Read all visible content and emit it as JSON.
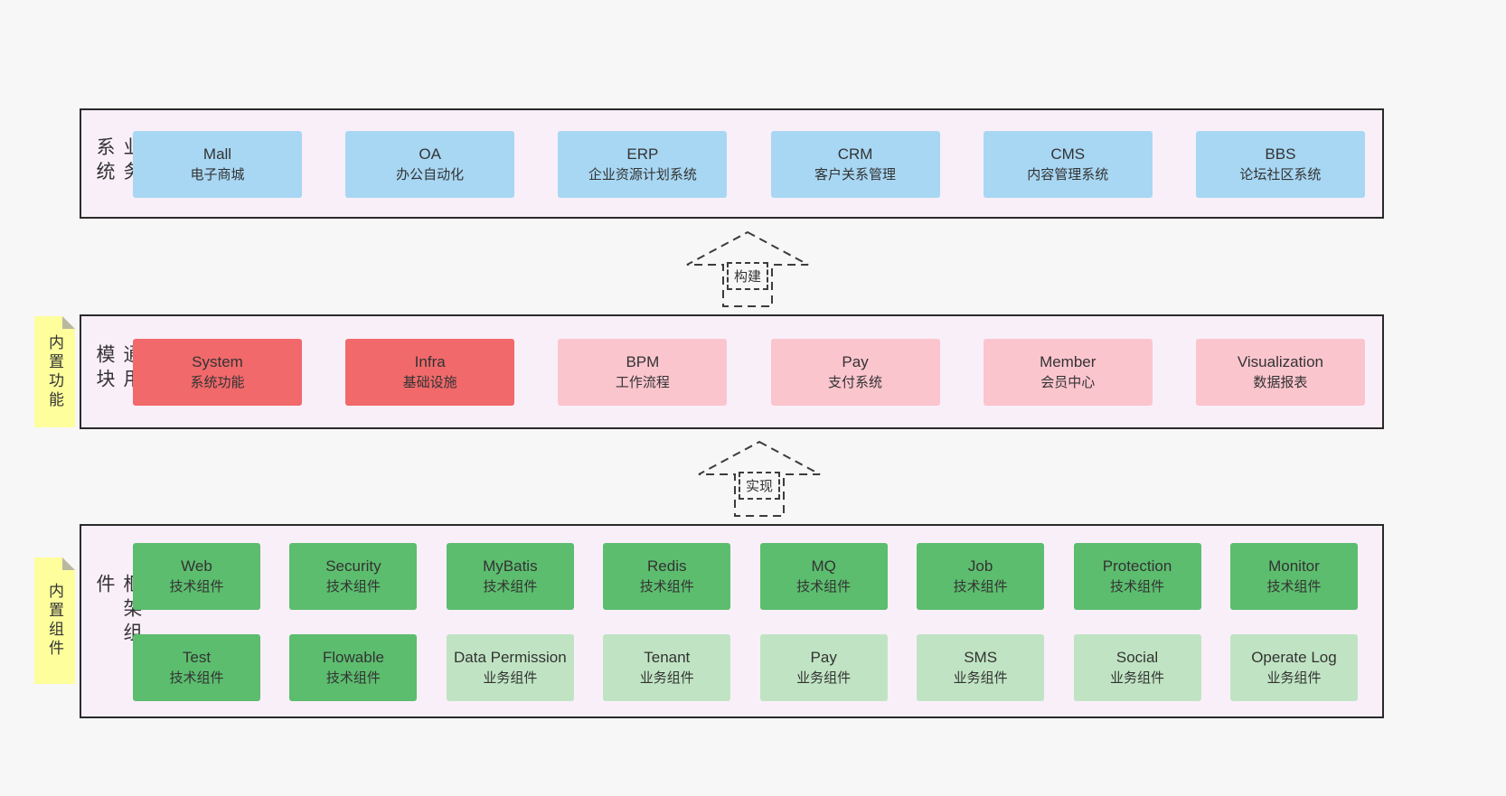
{
  "bands": [
    {
      "label": "业务系统",
      "items": [
        {
          "en": "Mall",
          "zh": "电子商城"
        },
        {
          "en": "OA",
          "zh": "办公自动化"
        },
        {
          "en": "ERP",
          "zh": "企业资源计划系统"
        },
        {
          "en": "CRM",
          "zh": "客户关系管理"
        },
        {
          "en": "CMS",
          "zh": "内容管理系统"
        },
        {
          "en": "BBS",
          "zh": "论坛社区系统"
        }
      ]
    },
    {
      "label": "通用模块",
      "note": "内置功能",
      "items": [
        {
          "en": "System",
          "zh": "系统功能"
        },
        {
          "en": "Infra",
          "zh": "基础设施"
        },
        {
          "en": "BPM",
          "zh": "工作流程"
        },
        {
          "en": "Pay",
          "zh": "支付系统"
        },
        {
          "en": "Member",
          "zh": "会员中心"
        },
        {
          "en": "Visualization",
          "zh": "数据报表"
        }
      ]
    },
    {
      "label": "框架组件",
      "note": "内置组件",
      "rows": [
        [
          {
            "en": "Web",
            "zh": "技术组件"
          },
          {
            "en": "Security",
            "zh": "技术组件"
          },
          {
            "en": "MyBatis",
            "zh": "技术组件"
          },
          {
            "en": "Redis",
            "zh": "技术组件"
          },
          {
            "en": "MQ",
            "zh": "技术组件"
          },
          {
            "en": "Job",
            "zh": "技术组件"
          },
          {
            "en": "Protection",
            "zh": "技术组件"
          },
          {
            "en": "Monitor",
            "zh": "技术组件"
          }
        ],
        [
          {
            "en": "Test",
            "zh": "技术组件"
          },
          {
            "en": "Flowable",
            "zh": "技术组件"
          },
          {
            "en": "Data Permission",
            "zh": "业务组件"
          },
          {
            "en": "Tenant",
            "zh": "业务组件"
          },
          {
            "en": "Pay",
            "zh": "业务组件"
          },
          {
            "en": "SMS",
            "zh": "业务组件"
          },
          {
            "en": "Social",
            "zh": "业务组件"
          },
          {
            "en": "Operate Log",
            "zh": "业务组件"
          }
        ]
      ]
    }
  ],
  "arrows": [
    {
      "label": "构建"
    },
    {
      "label": "实现"
    }
  ],
  "colors": {
    "page_background": "#f7f7f7",
    "band_background": "#f9eff9",
    "band_border": "#2a2a2a",
    "blue_box": "#a8d7f3",
    "red_box": "#f1696b",
    "pink_box": "#fbc5ce",
    "green_dark_box": "#5cbd6e",
    "green_light_box": "#c0e4c3",
    "sticky_note": "#feff9c"
  }
}
